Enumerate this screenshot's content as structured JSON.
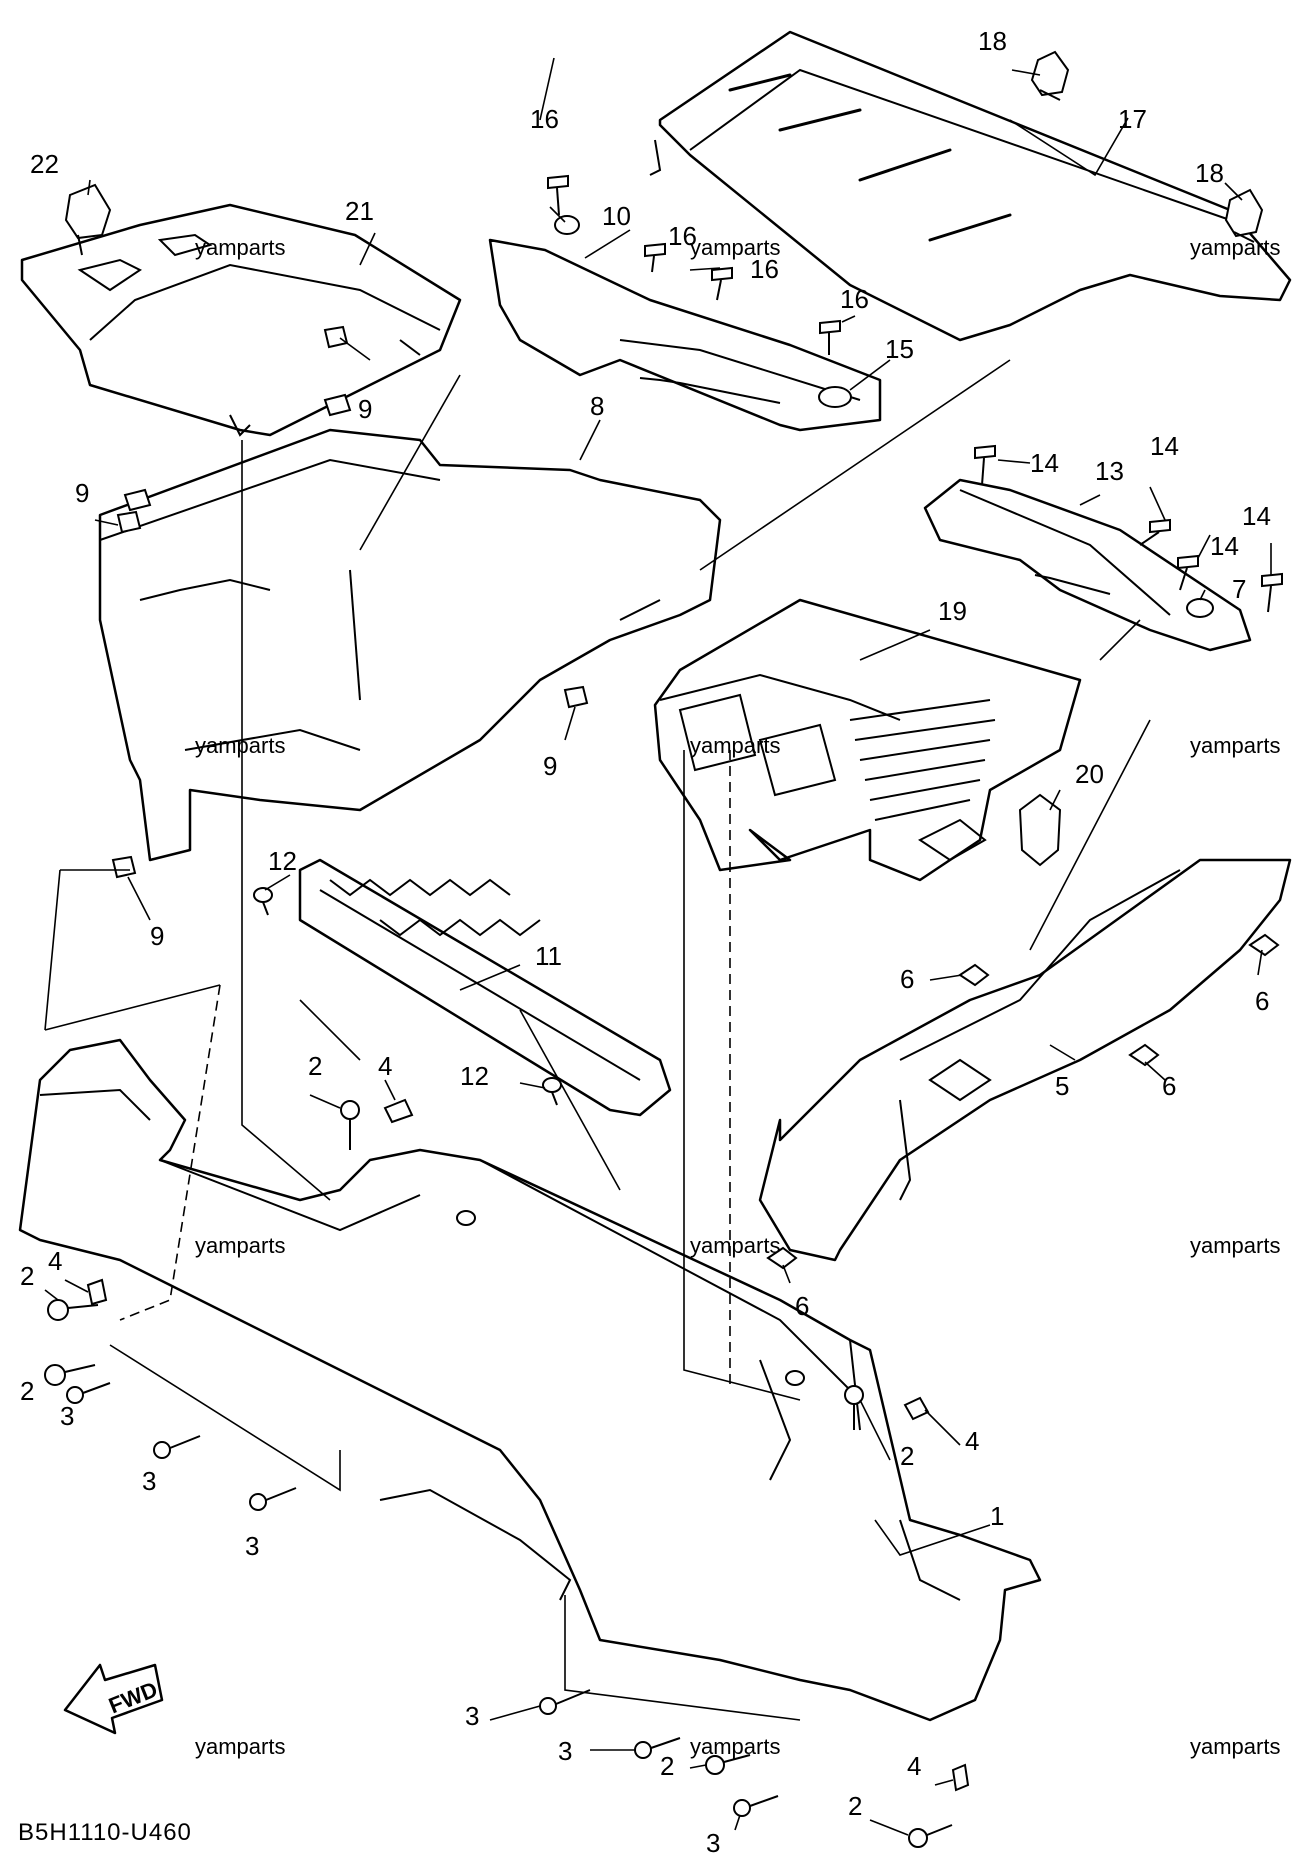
{
  "diagram_code": "B5H1110-U460",
  "direction_label": "FWD",
  "watermark_text": "yamparts",
  "callouts": {
    "c1": "1",
    "c2a": "2",
    "c2b": "2",
    "c2c": "2",
    "c2d": "2",
    "c2e": "2",
    "c2f": "2",
    "c3a": "3",
    "c3b": "3",
    "c3c": "3",
    "c3d": "3",
    "c3e": "3",
    "c3f": "3",
    "c4a": "4",
    "c4b": "4",
    "c4c": "4",
    "c4d": "4",
    "c5": "5",
    "c6a": "6",
    "c6b": "6",
    "c6c": "6",
    "c6d": "6",
    "c7": "7",
    "c8": "8",
    "c9a": "9",
    "c9b": "9",
    "c9c": "9",
    "c9d": "9",
    "c10": "10",
    "c11": "11",
    "c12a": "12",
    "c12b": "12",
    "c13": "13",
    "c14a": "14",
    "c14b": "14",
    "c14c": "14",
    "c14d": "14",
    "c15": "15",
    "c16a": "16",
    "c16b": "16",
    "c16c": "16",
    "c16d": "16",
    "c17": "17",
    "c18a": "18",
    "c18b": "18",
    "c19": "19",
    "c20": "20",
    "c21": "21",
    "c22": "22"
  }
}
